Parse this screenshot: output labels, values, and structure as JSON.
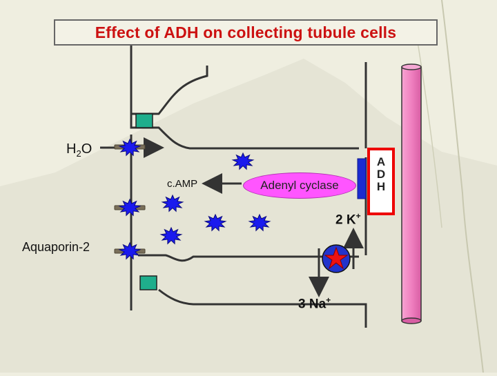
{
  "title": "Effect of ADH on collecting tubule cells",
  "labels": {
    "h2o_main": "H",
    "h2o_sub": "2",
    "h2o_tail": "O",
    "camp": "c.AMP",
    "adenyl_cyclase": "Adenyl cyclase",
    "aquaporin": "Aquaporin-2",
    "k_ion": "2 K",
    "k_charge": "+",
    "na_ion": "3 Na",
    "na_charge": "+"
  },
  "adh": {
    "letters": [
      "A",
      "D",
      "H"
    ]
  },
  "colors": {
    "title_text": "#cc1111",
    "background": "#efeee0",
    "membrane": "#333333",
    "tight_junction": "#1fae8c",
    "vesicle": "#1a1aee",
    "adenyl_cyclase": "#ff55ff",
    "receptor": "#1a2bd0",
    "adh_border": "#ee0000",
    "blood_vessel": "#f080c0",
    "pump": "#2233cc",
    "pump_star": "#ee1111"
  },
  "icons": {
    "vesicle": "aquaporin-vesicle-icon",
    "pump": "na-k-pump-icon",
    "star": "star-icon"
  }
}
